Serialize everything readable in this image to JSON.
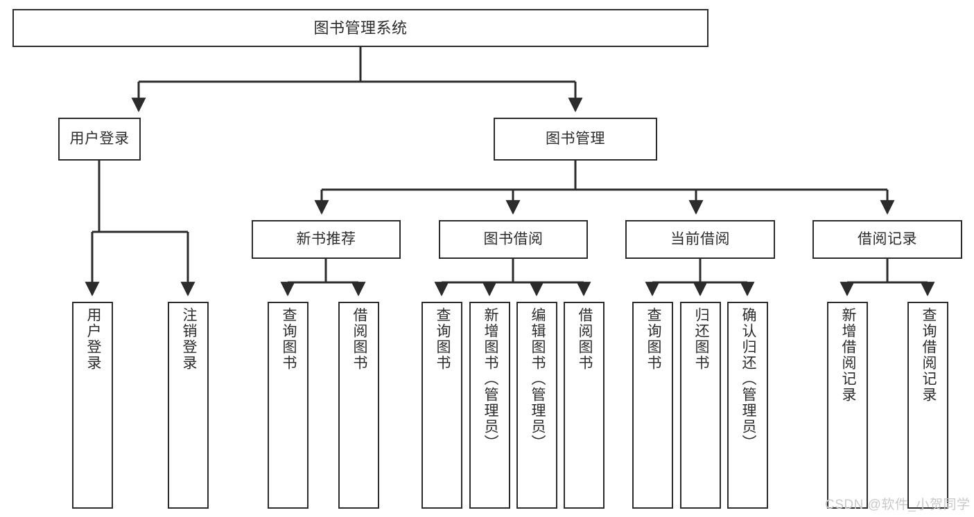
{
  "diagram": {
    "type": "tree",
    "title": "图书管理系统",
    "root": {
      "id": "root",
      "label": "图书管理系统"
    },
    "level2": [
      {
        "id": "user-login",
        "label": "用户登录"
      },
      {
        "id": "book-manage",
        "label": "图书管理"
      }
    ],
    "level3": [
      {
        "id": "new-book-recommend",
        "label": "新书推荐",
        "parent": "book-manage"
      },
      {
        "id": "book-borrow",
        "label": "图书借阅",
        "parent": "book-manage"
      },
      {
        "id": "current-borrow",
        "label": "当前借阅",
        "parent": "book-manage"
      },
      {
        "id": "borrow-record",
        "label": "借阅记录",
        "parent": "book-manage"
      }
    ],
    "leaves": {
      "user_login": [
        {
          "id": "leaf-user-login",
          "label": "用户登录"
        },
        {
          "id": "leaf-logout-login",
          "label": "注销登录"
        }
      ],
      "new_book_recommend": [
        {
          "id": "leaf-query-book-1",
          "label": "查询图书"
        },
        {
          "id": "leaf-borrow-book-1",
          "label": "借阅图书"
        }
      ],
      "book_borrow": [
        {
          "id": "leaf-query-book-2",
          "label": "查询图书"
        },
        {
          "id": "leaf-add-book",
          "label": "新增图书（管理员）"
        },
        {
          "id": "leaf-edit-book",
          "label": "编辑图书（管理员）"
        },
        {
          "id": "leaf-borrow-book-2",
          "label": "借阅图书"
        }
      ],
      "current_borrow": [
        {
          "id": "leaf-query-book-3",
          "label": "查询图书"
        },
        {
          "id": "leaf-return-book",
          "label": "归还图书"
        },
        {
          "id": "leaf-confirm-return",
          "label": "确认归还（管理员）"
        }
      ],
      "borrow_record": [
        {
          "id": "leaf-add-record",
          "label": "新增借阅记录"
        },
        {
          "id": "leaf-query-record",
          "label": "查询借阅记录"
        }
      ]
    }
  },
  "watermark": {
    "text": "CSDN @软件_小贺同学"
  },
  "colors": {
    "stroke": "#2b2b2b",
    "background": "#ffffff",
    "text": "#2b2b2b",
    "watermark": "#c9c9c9"
  }
}
